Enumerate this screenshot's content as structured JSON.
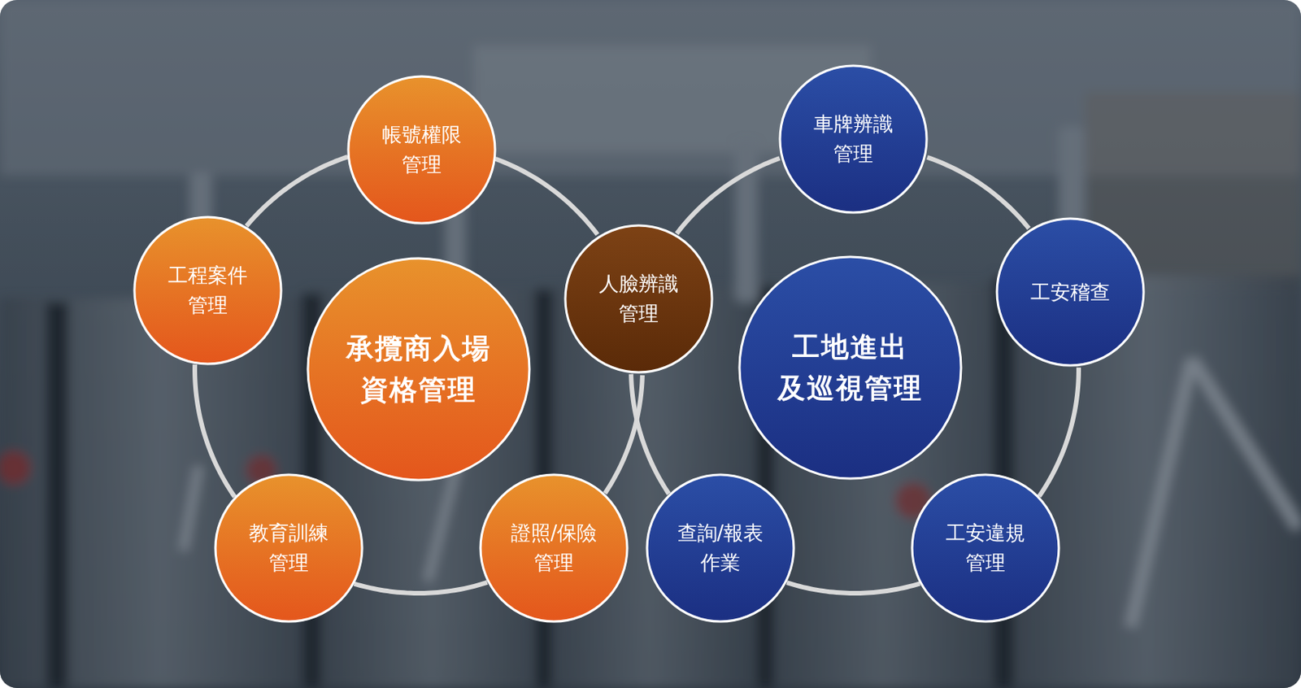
{
  "diagram": {
    "nodes": [
      {
        "text": [
          "帳號權限 管理"
        ]
      },
      {
        "text": [
          "工程案件 管理"
        ]
      },
      {
        "text": [
          "承攬商入場 資格管理"
        ]
      },
      {
        "text": [
          "人臉辨識 管理"
        ]
      },
      {
        "text": [
          "教育訓練 管理"
        ]
      },
      {
        "text": [
          "證照/保險 管理"
        ]
      },
      {
        "text": [
          "車牌辨識 管理"
        ]
      },
      {
        "text": [
          "工安稽查"
        ]
      },
      {
        "text": [
          "工地進出 及巡視管理"
        ]
      },
      {
        "text": [
          "查詢/報表 作業"
        ]
      },
      {
        "text": [
          "工安違規 管理"
        ]
      }
    ],
    "edges": [
      {
        "from": 0,
        "to": 3,
        "arrow": "none"
      },
      {
        "from": 3,
        "to": 5,
        "arrow": "none"
      },
      {
        "from": 5,
        "to": 4,
        "arrow": "none"
      },
      {
        "from": 4,
        "to": 1,
        "arrow": "none"
      },
      {
        "from": 1,
        "to": 0,
        "arrow": "none"
      },
      {
        "from": 6,
        "to": 7,
        "arrow": "none"
      },
      {
        "from": 7,
        "to": 10,
        "arrow": "none"
      },
      {
        "from": 10,
        "to": 9,
        "arrow": "none"
      },
      {
        "from": 9,
        "to": 3,
        "arrow": "none"
      },
      {
        "from": 3,
        "to": 6,
        "arrow": "none"
      }
    ]
  }
}
